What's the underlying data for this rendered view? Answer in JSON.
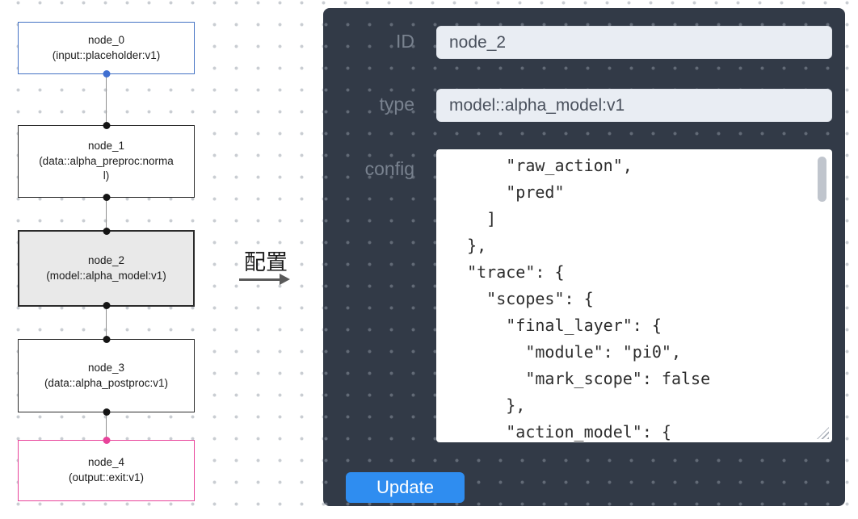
{
  "pipeline": {
    "nodes": [
      {
        "name": "node_0",
        "type": "(input::placeholder:v1)"
      },
      {
        "name": "node_1",
        "type": "(data::alpha_preproc:normal)"
      },
      {
        "name": "node_2",
        "type": "(model::alpha_model:v1)",
        "selected": true
      },
      {
        "name": "node_3",
        "type": "(data::alpha_postproc:v1)"
      },
      {
        "name": "node_4",
        "type": "(output::exit:v1)"
      }
    ]
  },
  "annotation": {
    "label": "配置"
  },
  "panel": {
    "id_field": {
      "label": "ID",
      "value": "node_2"
    },
    "type_field": {
      "label": "type",
      "value": "model::alpha_model:v1"
    },
    "config_field": {
      "label": "config",
      "value": "      \"raw_action\",\n      \"pred\"\n    ]\n  },\n  \"trace\": {\n    \"scopes\": {\n      \"final_layer\": {\n        \"module\": \"pi0\",\n        \"mark_scope\": false\n      },\n      \"action_model\": {"
    },
    "update_label": "Update"
  },
  "colors": {
    "input_node_border": "#4472c4",
    "output_node_border": "#e8439a",
    "selected_node_bg": "#e9e9e9",
    "panel_bg": "#323a47",
    "update_button_bg": "#2f8df0"
  }
}
